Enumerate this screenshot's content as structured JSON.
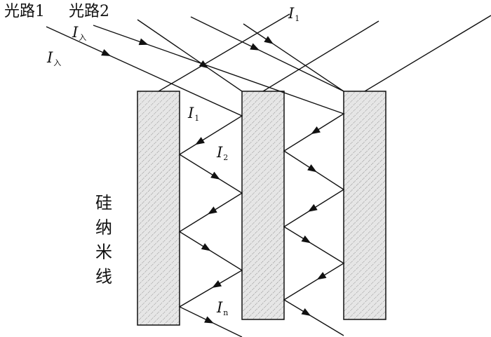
{
  "labels": {
    "path1": "光路1",
    "path2": "光路2",
    "I": "I",
    "sub_in": "入",
    "sub_1": "1",
    "sub_2": "2",
    "sub_n": "n",
    "vertical": [
      "硅",
      "纳",
      "米",
      "线"
    ]
  },
  "colors": {
    "stroke": "#111111",
    "panel_fill": "#d9d9d9",
    "hatch": "#8a8a8a"
  }
}
